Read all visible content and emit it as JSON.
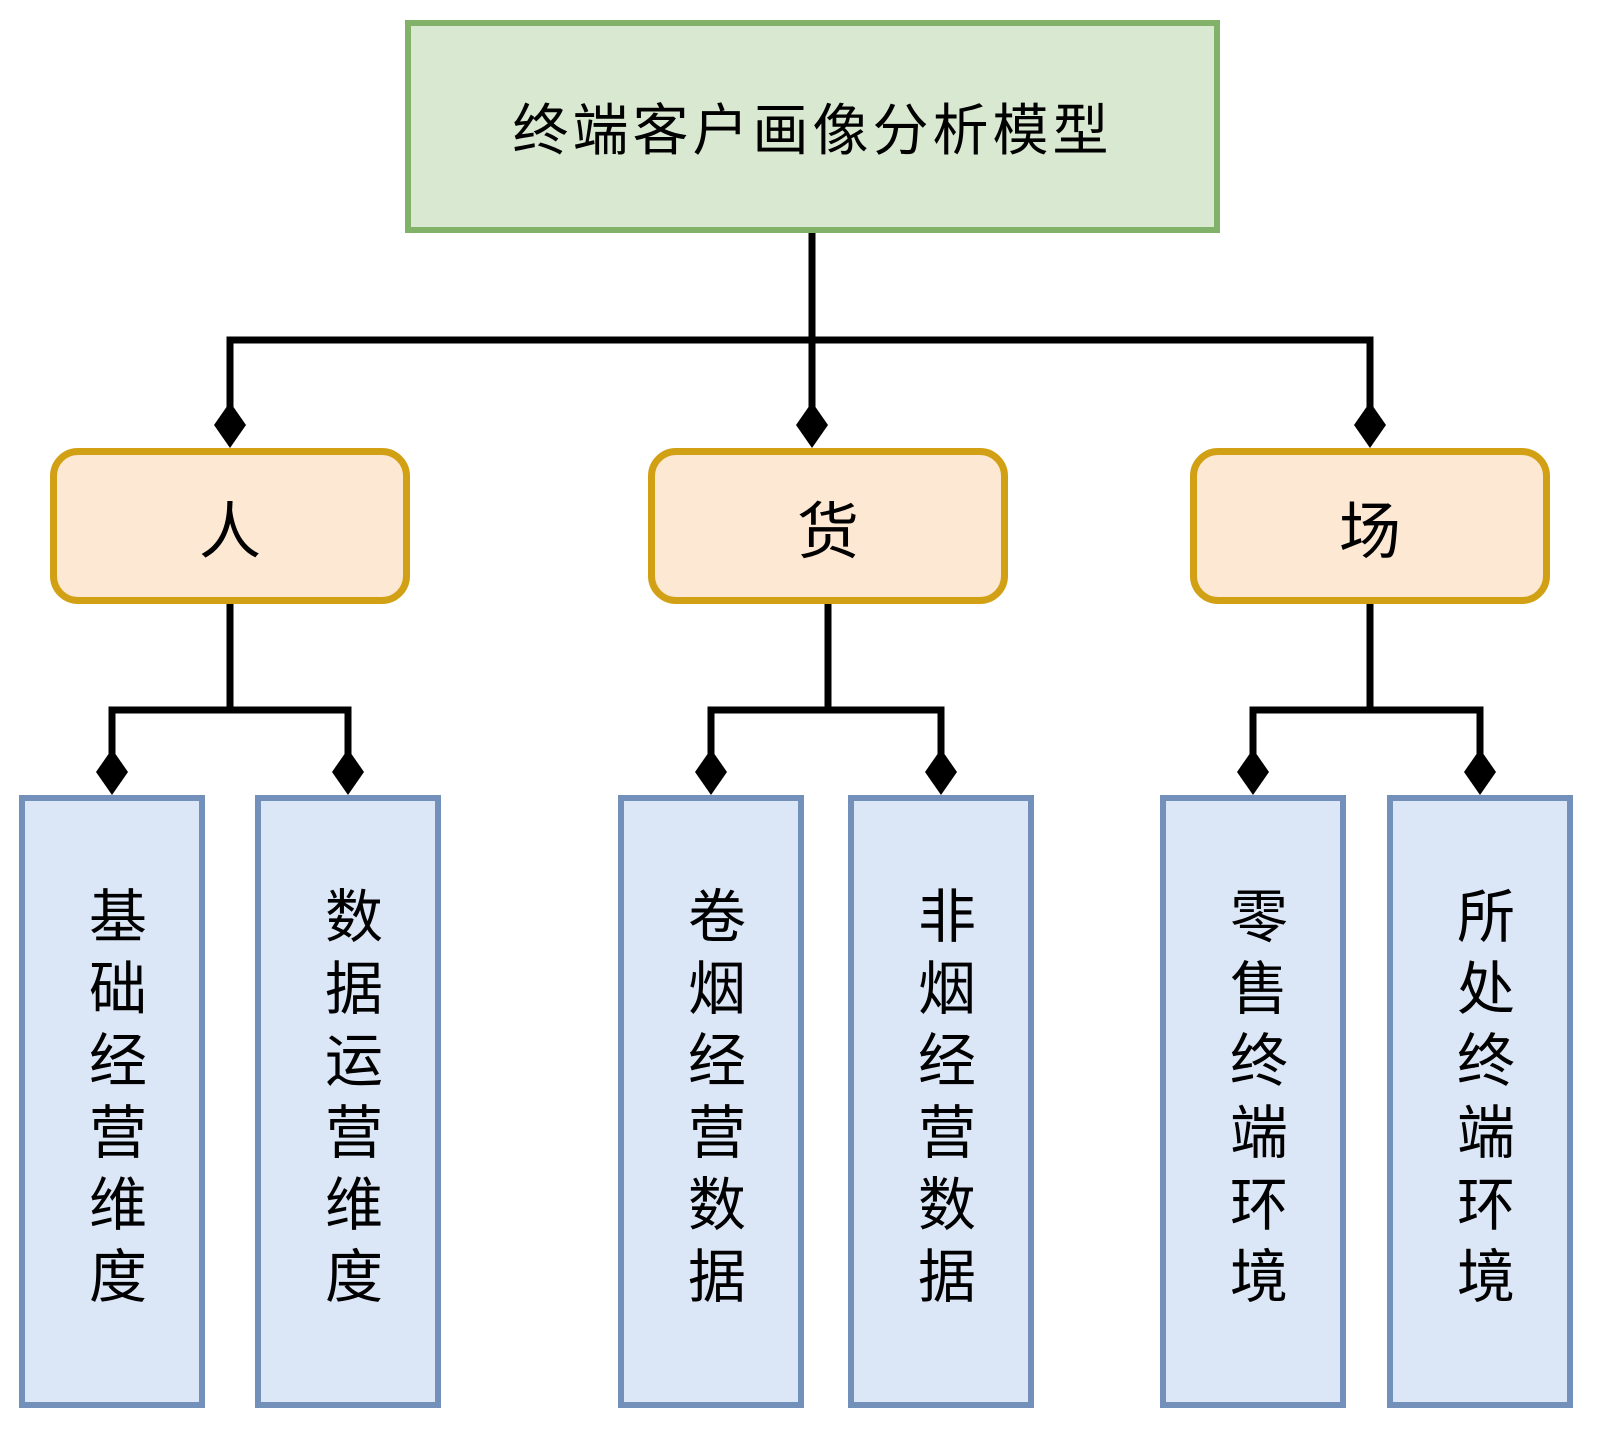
{
  "diagram": {
    "title": "终端客户画像分析模型",
    "root": {
      "label": "终端客户画像分析模型"
    },
    "level1": [
      {
        "label": "人",
        "children": [
          "基础经营维度",
          "数据运营维度"
        ]
      },
      {
        "label": "货",
        "children": [
          "卷烟经营数据",
          "非烟经营数据"
        ]
      },
      {
        "label": "场",
        "children": [
          "零售终端环境",
          "所处终端环境"
        ]
      }
    ],
    "arrow_style": "filled-diamond"
  },
  "colors": {
    "green_fill": "#D9E8D1",
    "green_border": "#82B26A",
    "orange_fill": "#FCE8D3",
    "orange_border": "#D2A014",
    "blue_fill": "#DBE7F7",
    "blue_border": "#7390BA",
    "line_color": "#000000",
    "text_color": "#000000"
  }
}
